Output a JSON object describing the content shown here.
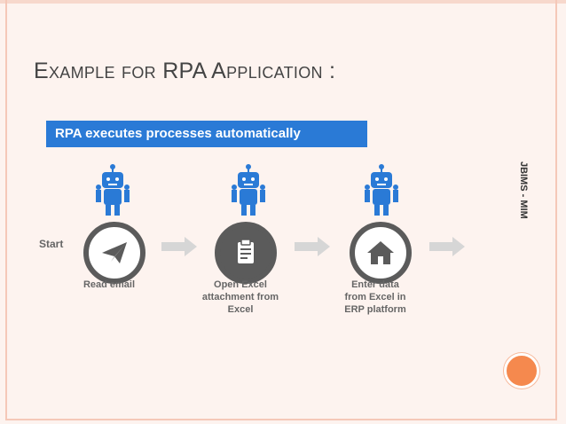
{
  "slide": {
    "title": "Example for RPA Application :",
    "side_label": "JBIMS - MIM"
  },
  "diagram": {
    "banner": "RPA executes processes automatically",
    "start_label": "Start",
    "steps": [
      {
        "label": "Read email",
        "icon": "paper-plane-icon"
      },
      {
        "label": "Open Excel\nattachment from\nExcel",
        "icon": "clipboard-icon"
      },
      {
        "label": "Enter data\nfrom Excel in\nERP platform",
        "icon": "home-icon"
      }
    ],
    "colors": {
      "banner": "#2a7ad6",
      "robot": "#2a7ad6",
      "circle": "#5b5b5b",
      "arrow": "#d6d6d6",
      "accent_dot": "#f5894e"
    }
  }
}
